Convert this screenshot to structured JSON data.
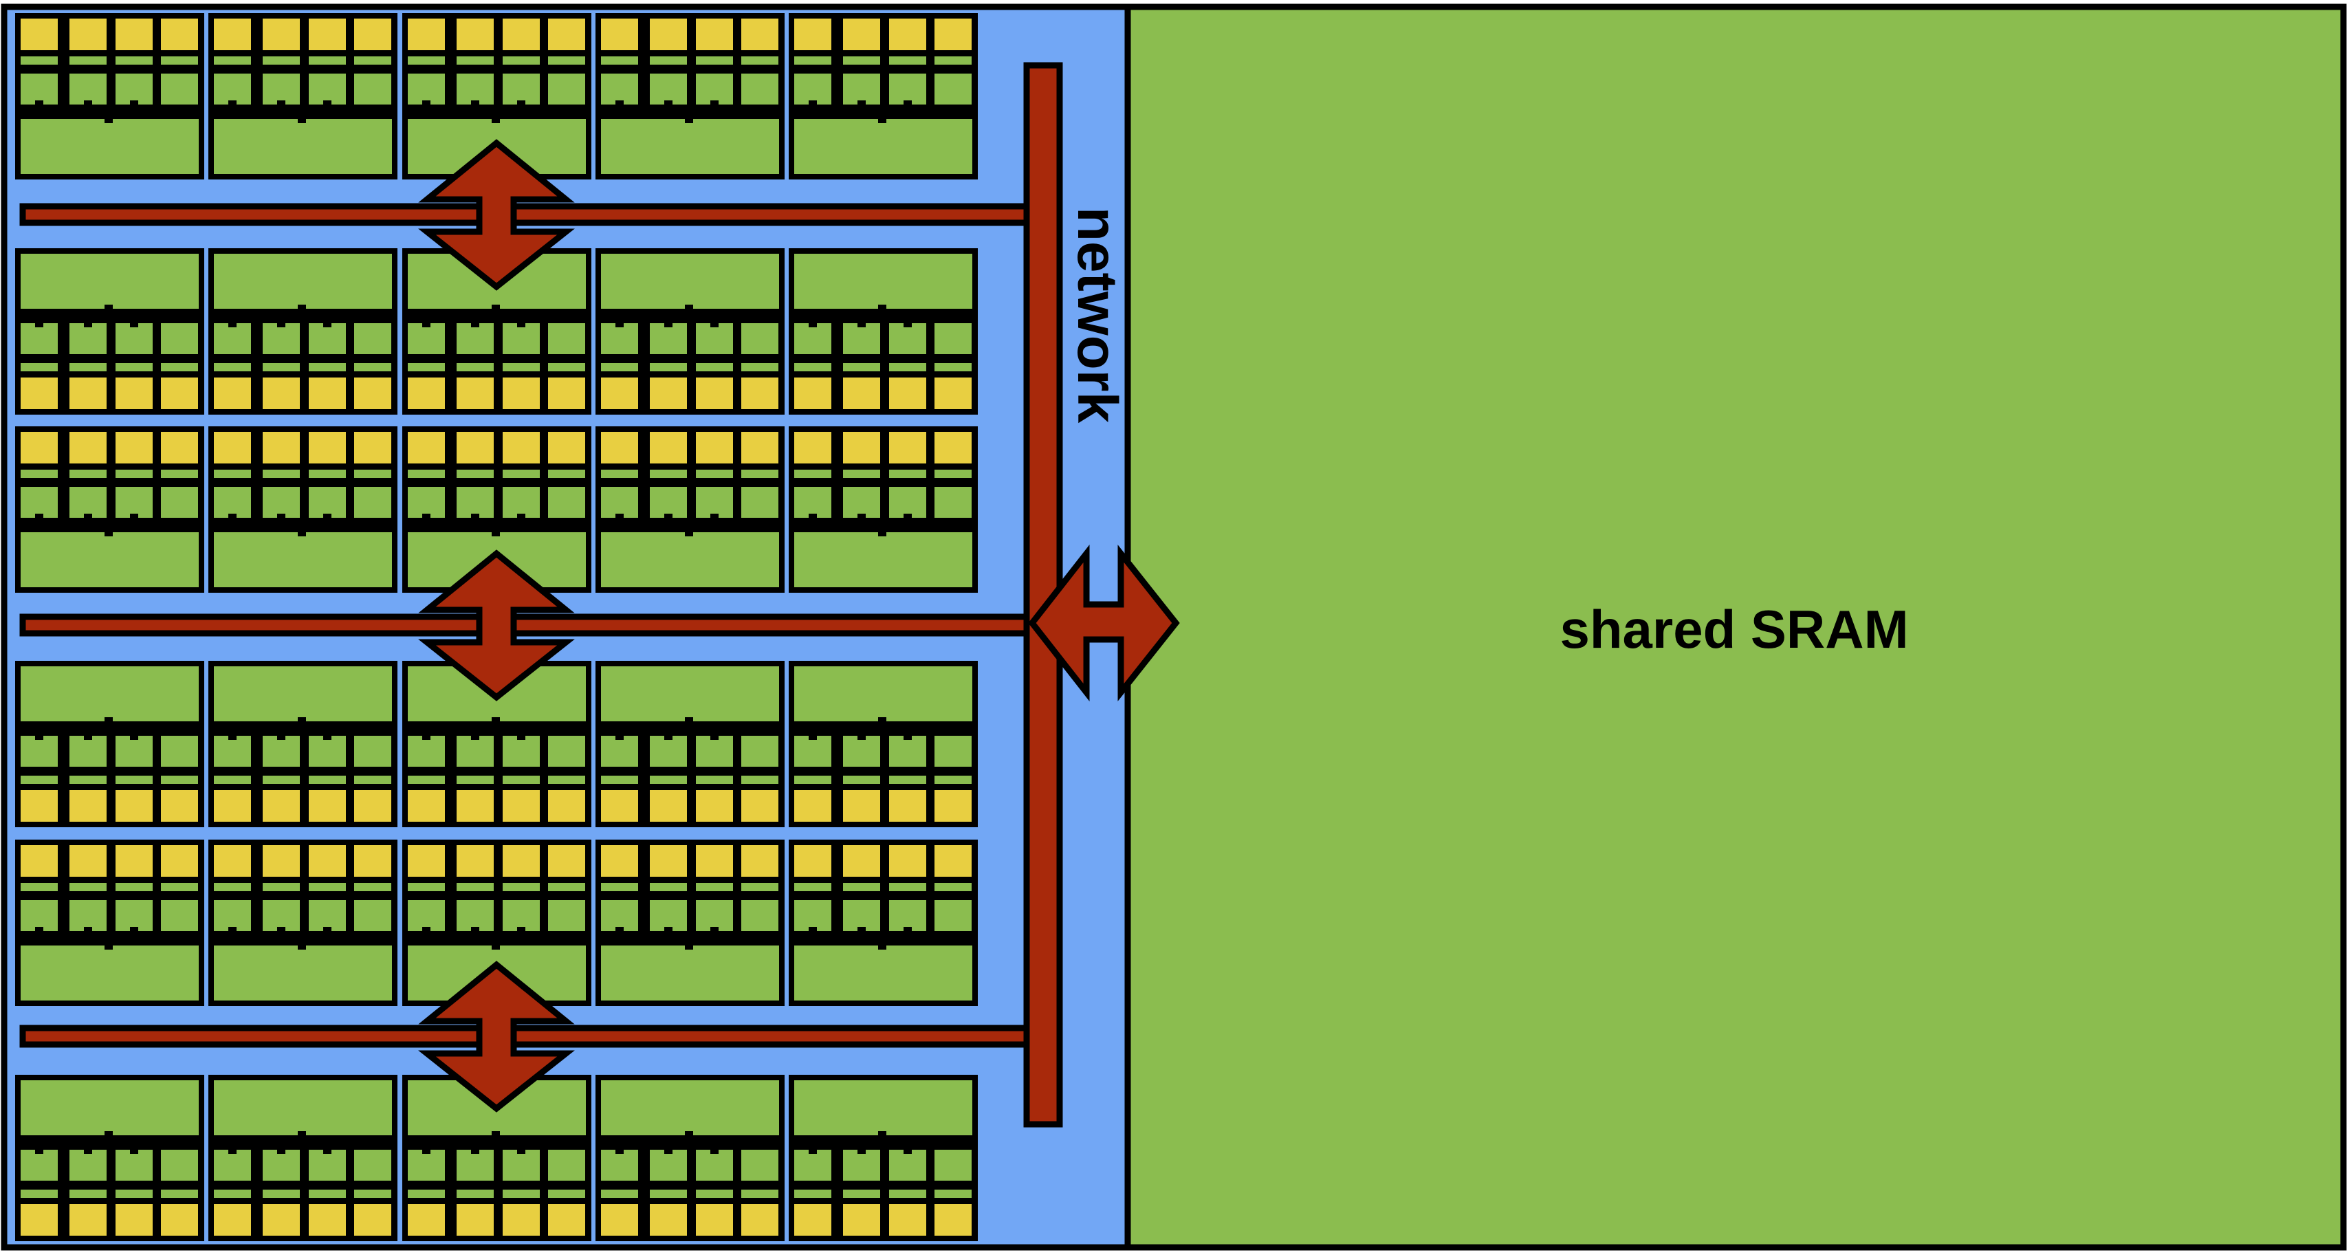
{
  "labels": {
    "network": "network",
    "memory": "shared SRAM"
  },
  "grid": {
    "columns": 5,
    "rows": [
      "yellow-top",
      "yellow-bottom",
      "yellow-top",
      "yellow-bottom",
      "yellow-top",
      "yellow-bottom"
    ],
    "lanes_per_tile": 4
  },
  "colors": {
    "network_area": "#72a7f5",
    "memory": "#8bbd4f",
    "tile_green": "#8bbd4f",
    "tile_yellow": "#e8cf41",
    "bus": "#a8290b",
    "outline": "#000000"
  }
}
